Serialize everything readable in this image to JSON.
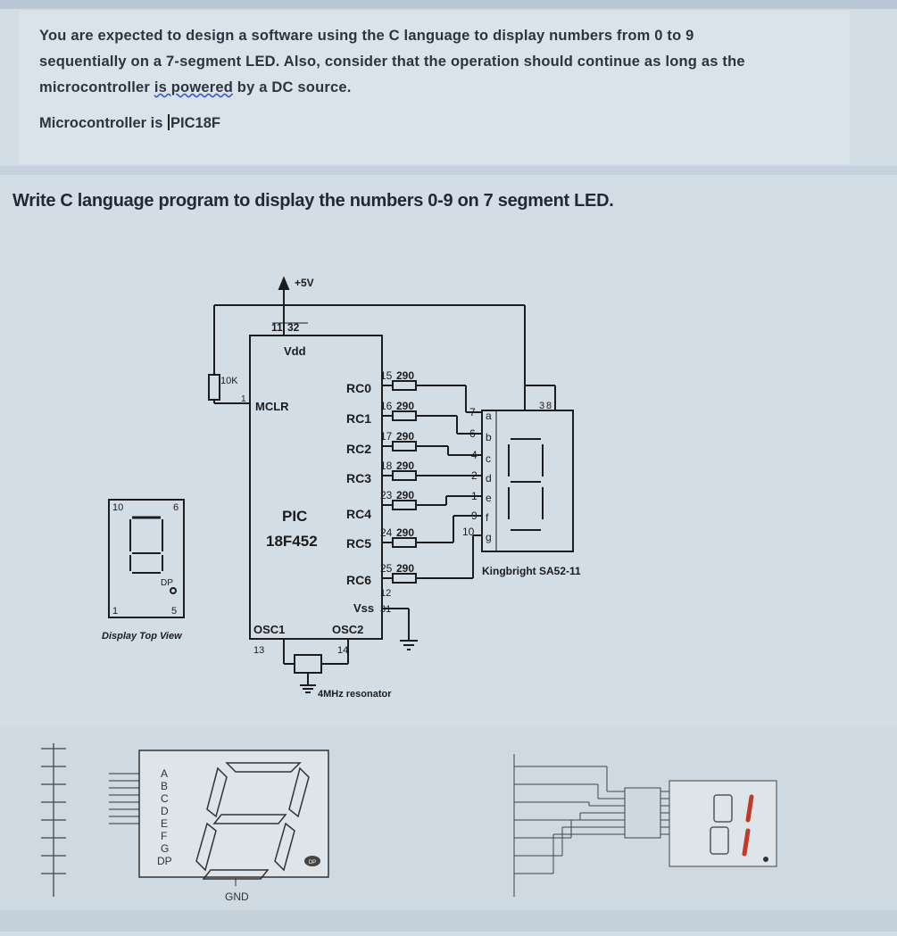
{
  "question": {
    "line1": "You are expected to design a software using the C language to display numbers from 0 to 9",
    "line2": "sequentially on a 7-segment LED. Also, consider that the operation should continue as long as the",
    "line3_prefix": "microcontroller ",
    "line3_wavy": "is powered",
    "line3_suffix": " by a DC source.",
    "microcontroller_label": "Microcontroller is",
    "microcontroller_value": "PIC18F"
  },
  "heading": "Write C language program to display the numbers 0-9 on 7 segment LED.",
  "schematic": {
    "supply": "+5V",
    "pins_vdd": [
      "11",
      "32"
    ],
    "vdd": "Vdd",
    "resistor_10k": "10K",
    "mclr": "MCLR",
    "mclr_pin": "1",
    "chip_name_1": "PIC",
    "chip_name_2": "18F452",
    "ports": [
      {
        "name": "RC0",
        "pin": "15",
        "res": "290"
      },
      {
        "name": "RC1",
        "pin": "16",
        "res": "290"
      },
      {
        "name": "RC2",
        "pin": "17",
        "res": "290"
      },
      {
        "name": "RC3",
        "pin": "18",
        "res": "290"
      },
      {
        "name": "RC4",
        "pin": "23",
        "res": "290"
      },
      {
        "name": "RC5",
        "pin": "24",
        "res": "290"
      },
      {
        "name": "RC6",
        "pin": "25",
        "res": "290"
      }
    ],
    "vss": "Vss",
    "vss_pins": [
      "12",
      "31"
    ],
    "osc1": "OSC1",
    "osc2": "OSC2",
    "osc1_pin": "13",
    "osc2_pin": "14",
    "resonator": "4MHz resonator",
    "segments": [
      "a",
      "b",
      "c",
      "d",
      "e",
      "f",
      "g"
    ],
    "seg_pins": [
      "7",
      "6",
      "4",
      "2",
      "1",
      "9",
      "10"
    ],
    "display_top_pins": [
      "3",
      "8"
    ],
    "display_part": "Kingbright SA52-11",
    "topview_pins": {
      "tl": "10",
      "tr": "6",
      "bl": "1",
      "br": "5"
    },
    "topview_dp": "DP",
    "topview_label": "Display Top View"
  },
  "bottom": {
    "seg_letters": [
      "A",
      "B",
      "C",
      "D",
      "E",
      "F",
      "G",
      "DP"
    ],
    "gnd": "GND",
    "dp_badge": "DP"
  }
}
